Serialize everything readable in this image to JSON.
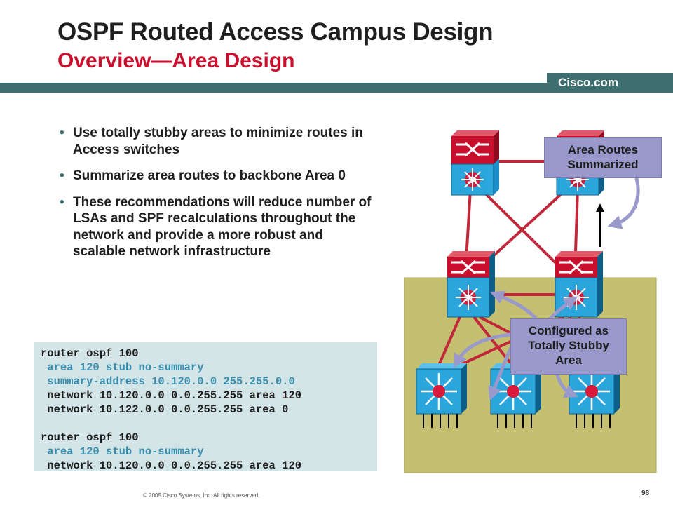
{
  "title": "OSPF Routed Access Campus Design",
  "subtitle": "Overview—Area Design",
  "brand": "Cisco.com",
  "colors": {
    "title_red": "#c8102e",
    "header_bar": "#3e6f70",
    "code_bg": "#d4e5e7",
    "code_highlight": "#3a8fb0",
    "area_bg": "#c5bf72",
    "callout_bg": "#9999cc"
  },
  "bullets": [
    "Use totally stubby areas to minimize routes in Access switches",
    "Summarize area routes to backbone Area 0",
    "These recommendations will reduce number of LSAs and SPF recalculations throughout the network and provide a more robust and scalable network infrastructure"
  ],
  "code_lines": [
    {
      "text": "router ospf 100",
      "highlight": false
    },
    {
      "text": " area 120 stub no-summary",
      "highlight": true
    },
    {
      "text": " summary-address 10.120.0.0 255.255.0.0",
      "highlight": true
    },
    {
      "text": " network 10.120.0.0 0.0.255.255 area 120",
      "highlight": false
    },
    {
      "text": " network 10.122.0.0 0.0.255.255 area 0",
      "highlight": false
    },
    {
      "text": "",
      "highlight": false
    },
    {
      "text": "router ospf 100",
      "highlight": false
    },
    {
      "text": " area 120 stub no-summary",
      "highlight": true
    },
    {
      "text": " network 10.120.0.0 0.0.255.255 area 120",
      "highlight": false
    }
  ],
  "diagram": {
    "callout_top": "Area Routes Summarized",
    "callout_bottom": "Configured as Totally Stubby Area",
    "switch_label": "Si"
  },
  "footer": "© 2005 Cisco Systems, Inc. All rights reserved.",
  "page_number": "98"
}
